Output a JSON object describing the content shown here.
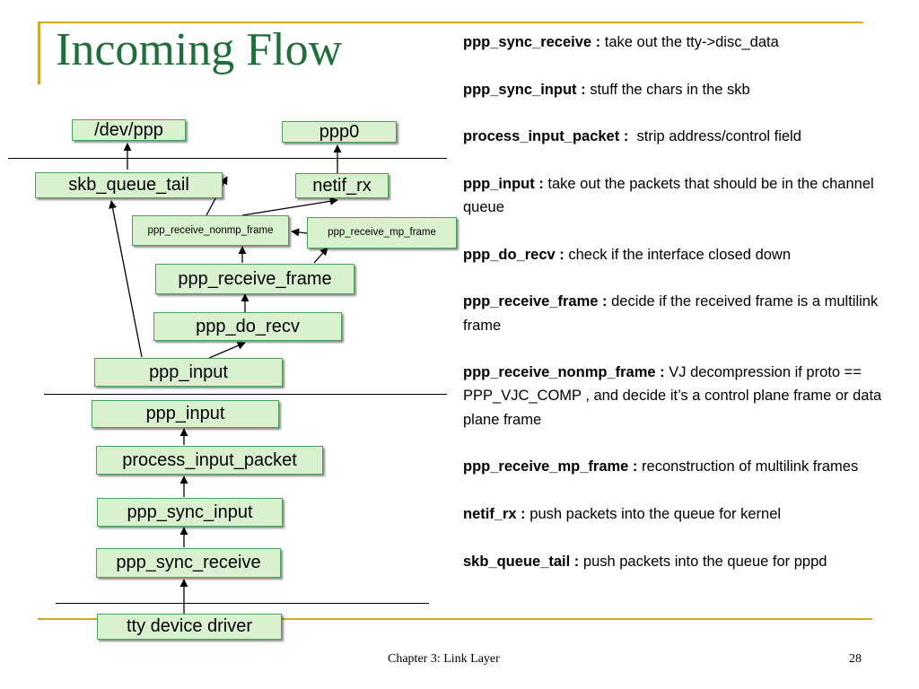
{
  "slide": {
    "title": "Incoming Flow",
    "footer_text": "Chapter 3: Link Layer",
    "page_number": "28"
  },
  "diagram": {
    "boxes": {
      "dev_ppp": "/dev/ppp",
      "ppp0": "ppp0",
      "skb_queue_tail": "skb_queue_tail",
      "netif_rx": "netif_rx",
      "ppp_receive_nonmp_frame": "ppp_receive_nonmp_frame",
      "ppp_receive_mp_frame": "ppp_receive_mp_frame",
      "ppp_receive_frame": "ppp_receive_frame",
      "ppp_do_recv": "ppp_do_recv",
      "ppp_input_upper": "ppp_input",
      "ppp_input_lower": "ppp_input",
      "process_input_packet": "process_input_packet",
      "ppp_sync_input": "ppp_sync_input",
      "ppp_sync_receive": "ppp_sync_receive",
      "tty_device_driver": "tty device driver"
    }
  },
  "descriptions": [
    {
      "term": "ppp_sync_receive :",
      "text": "take out the tty->disc_data"
    },
    {
      "term": "ppp_sync_input :",
      "text": "stuff the chars in the skb"
    },
    {
      "term": "process_input_packet :",
      "text": "strip address/control field"
    },
    {
      "term": "ppp_input :",
      "text": "take out the  packets that should be in the channel queue"
    },
    {
      "term": "ppp_do_recv :",
      "text": "check if the interface closed down"
    },
    {
      "term": "ppp_receive_frame :",
      "text": "decide if the received frame is a multilink frame"
    },
    {
      "term": "ppp_receive_nonmp_frame :",
      "text": "VJ decompression if proto == PPP_VJC_COMP , and decide it’s a control plane frame or data plane frame"
    },
    {
      "term": "ppp_receive_mp_frame :",
      "text": "reconstruction of multilink frames"
    },
    {
      "term": "netif_rx :",
      "text": "push packets into the queue for kernel"
    },
    {
      "term": "skb_queue_tail :",
      "text": "push packets into the queue for pppd"
    }
  ]
}
